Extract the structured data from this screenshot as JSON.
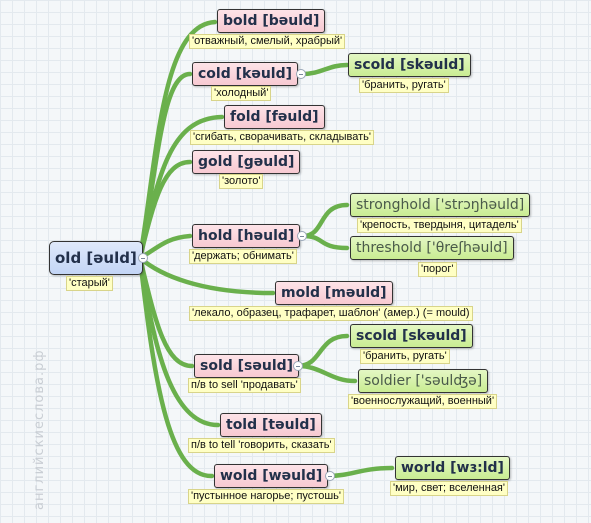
{
  "watermark": "английскиеслова.рф",
  "colors": {
    "connector": "#6ab04c",
    "word_box_pink": "#f7c9d2",
    "word_box_green": "#c9ec92",
    "word_box_blue": "#c3d5f5",
    "translation_note": "#ffffc4"
  },
  "root": {
    "word": "old [əuld]",
    "translation": "'старый'"
  },
  "branches": [
    {
      "word": "bold [bəuld]",
      "translation": "'отважный, смелый, храбрый'"
    },
    {
      "word": "cold [kəuld]",
      "translation": "'холодный'",
      "children": [
        {
          "word": "scold [skəuld]",
          "translation": "'бранить, ругать'"
        }
      ]
    },
    {
      "word": "fold [fəuld]",
      "translation": "'сгибать, сворачивать, складывать'"
    },
    {
      "word": "gold [gəuld]",
      "translation": "'золото'"
    },
    {
      "word": "hold [həuld]",
      "translation": "'держать; обнимать'",
      "children": [
        {
          "word": "stronghold ['strɔŋhəuld]",
          "translation": "'крепость, твердыня, цитадель'"
        },
        {
          "word": "threshold ['θreʃhəuld]",
          "translation": "'порог'"
        }
      ]
    },
    {
      "word": "mold [məuld]",
      "translation": "'лекало, образец, трафарет, шаблон' (амер.) (= mould)"
    },
    {
      "word": "sold [səuld]",
      "translation": "п/в to sell 'продавать'",
      "children": [
        {
          "word": "scold [skəuld]",
          "translation": "'бранить, ругать'"
        },
        {
          "word": "soldier ['səulʤə]",
          "translation": "'военнослужащий, военный'"
        }
      ]
    },
    {
      "word": "told [təuld]",
      "translation": "п/в to tell 'говорить, сказать'"
    },
    {
      "word": "wold [wəuld]",
      "translation": "'пустынное нагорье; пустошь'",
      "children": [
        {
          "word": "world [wɜ:ld]",
          "translation": "'мир, свет; вселенная'"
        }
      ]
    }
  ]
}
